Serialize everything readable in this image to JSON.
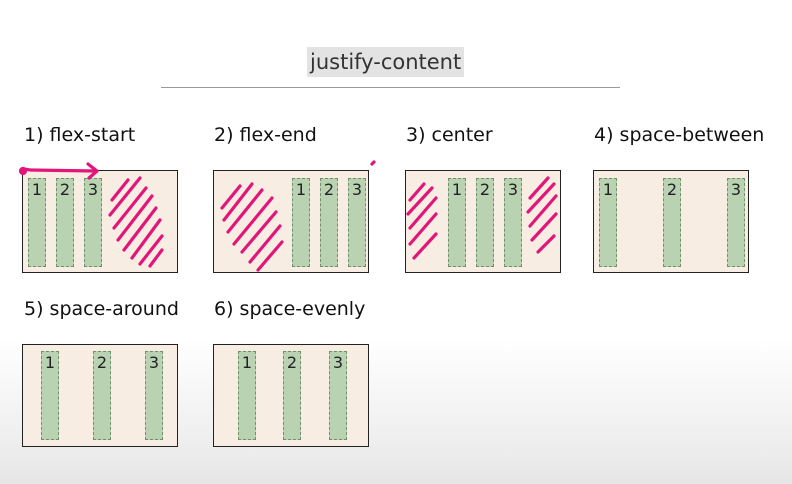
{
  "title": "justify-content",
  "examples": [
    {
      "label": "1) flex-start",
      "items": [
        "1",
        "2",
        "3"
      ]
    },
    {
      "label": "2) flex-end",
      "items": [
        "1",
        "2",
        "3"
      ]
    },
    {
      "label": "3) center",
      "items": [
        "1",
        "2",
        "3"
      ]
    },
    {
      "label": "4) space-between",
      "items": [
        "1",
        "2",
        "3"
      ]
    },
    {
      "label": "5) space-around",
      "items": [
        "1",
        "2",
        "3"
      ]
    },
    {
      "label": "6) space-evenly",
      "items": [
        "1",
        "2",
        "3"
      ]
    }
  ],
  "colors": {
    "container_bg": "#f8ede3",
    "item_bg": "#b8d2b2",
    "annotation_ink": "#e2167a"
  }
}
